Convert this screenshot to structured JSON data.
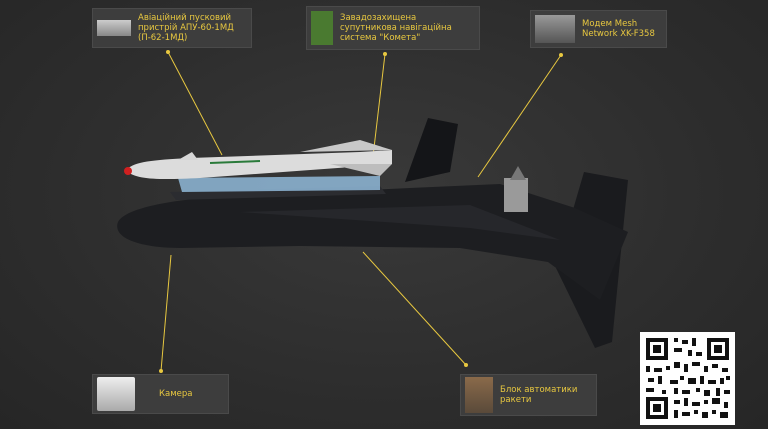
{
  "callouts": {
    "launcher": {
      "label": "Авіаційний пусковий\nпристрій АПУ-60-1МД\n(П-62-1МД)"
    },
    "navigation": {
      "label": "Завадозахищена\nсупутникова навігаційна\nсистема \"Комета\""
    },
    "modem": {
      "label": "Модем Mesh\nNetwork XK-F358"
    },
    "camera": {
      "label": "Камера"
    },
    "automation": {
      "label": "Блок автоматики\nракети"
    }
  },
  "colors": {
    "accent": "#e8c840",
    "panel": "#3d3d3d",
    "background": "#2e2e2e",
    "drone": "#1b1c1f",
    "missile": "#dcdcdc"
  },
  "qr_code": {
    "icon": "qr-code"
  }
}
